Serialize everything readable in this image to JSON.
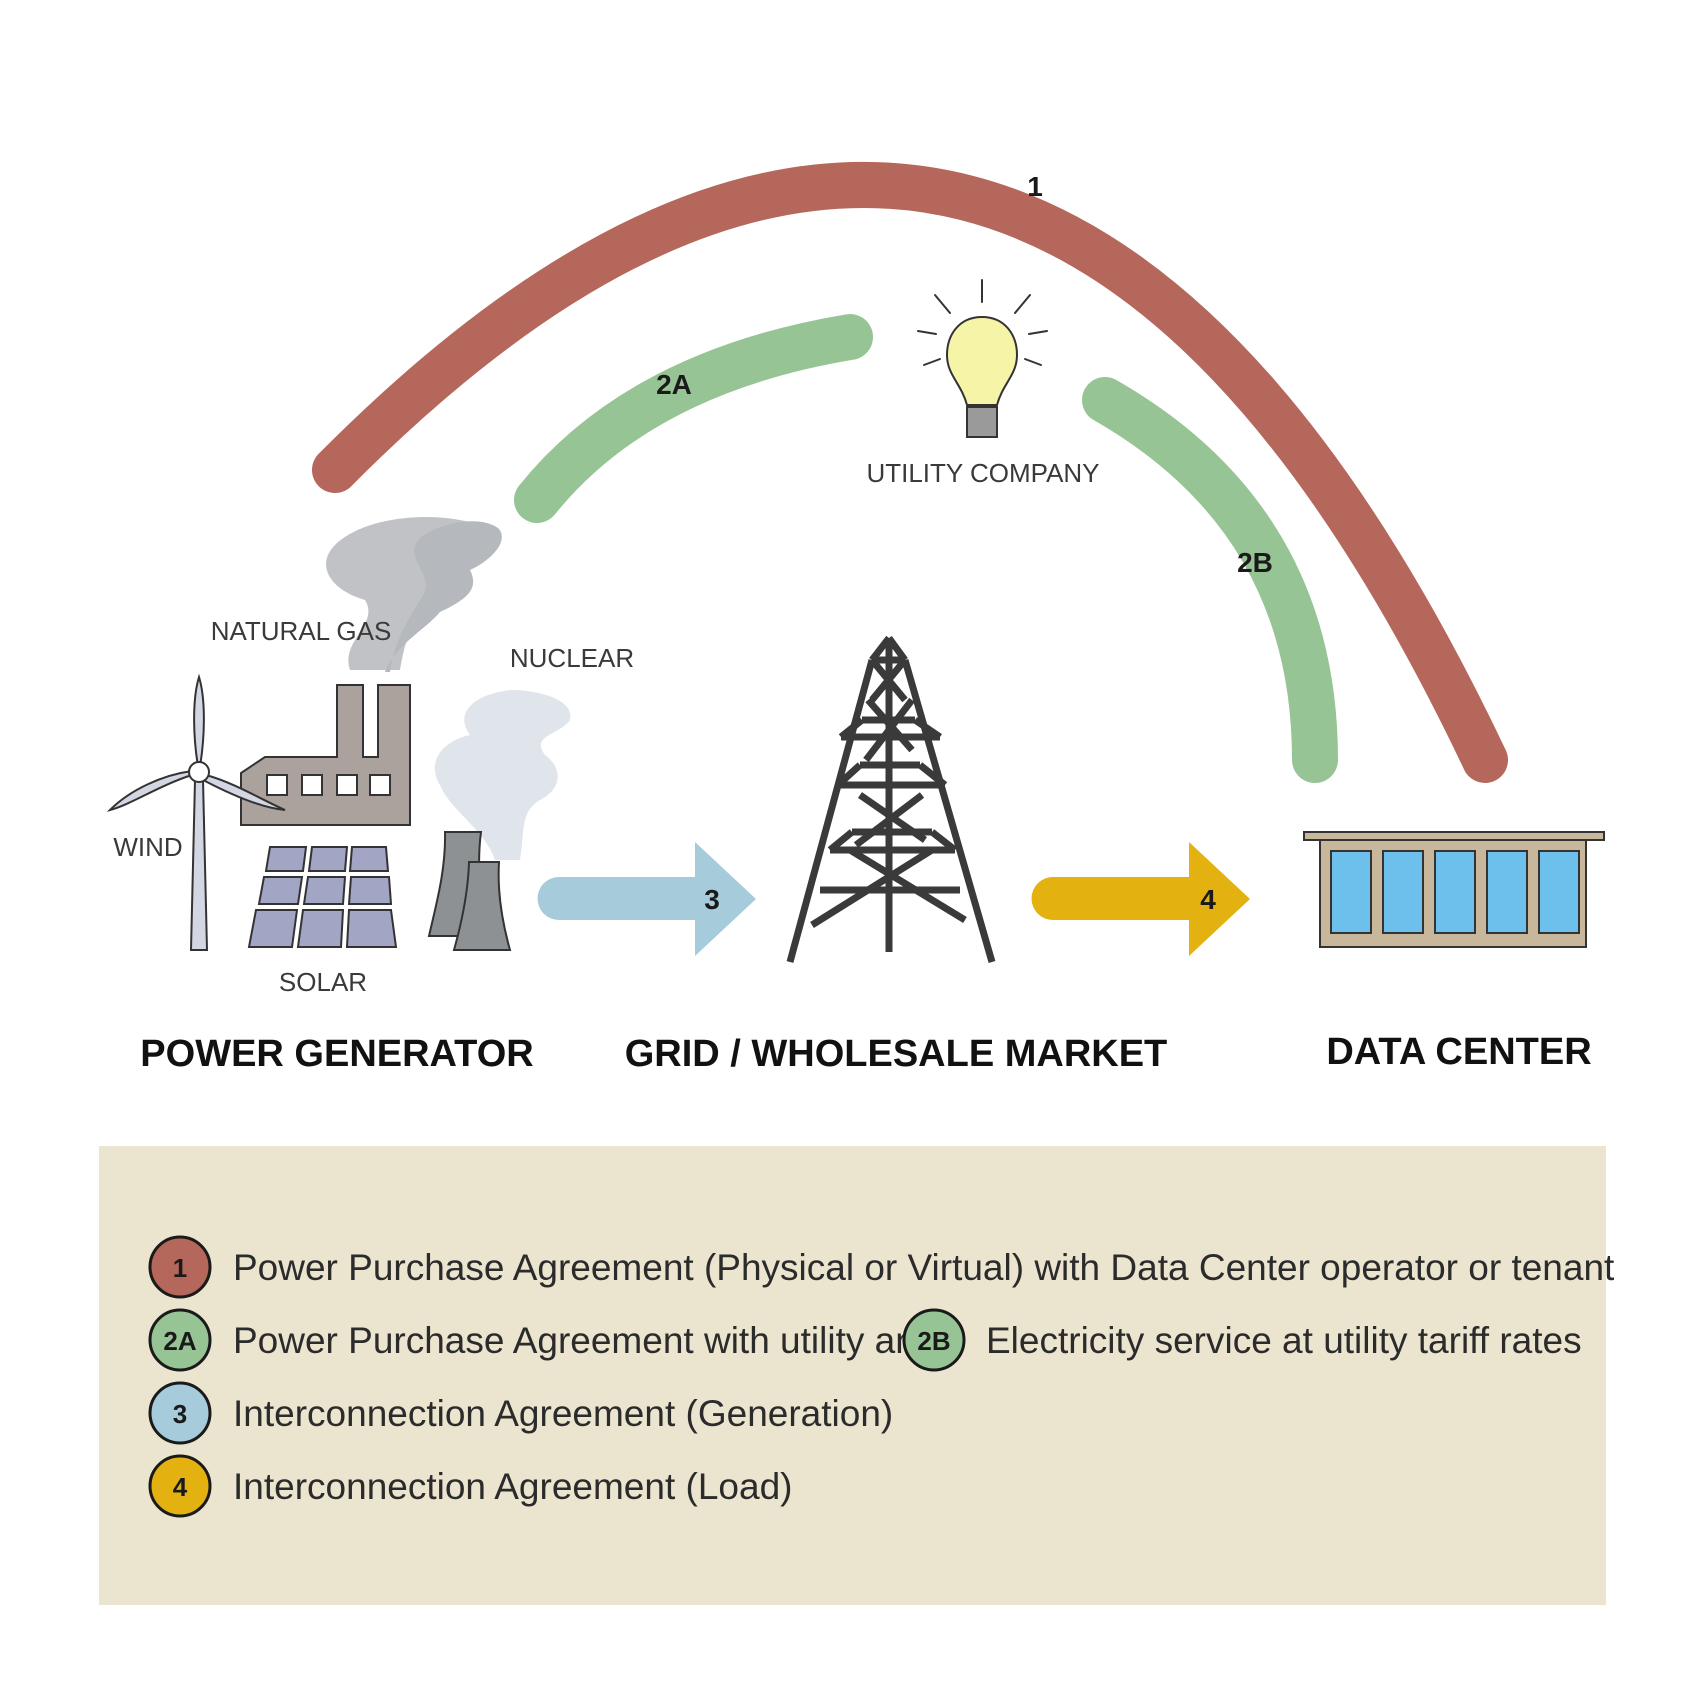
{
  "colors": {
    "ppa_data_center": "#b5675c",
    "ppa_utility": "#97c495",
    "interconnection_generation": "#a6cbdb",
    "interconnection_load": "#e3b210",
    "legend_background": "#ebe4cf"
  },
  "diagram": {
    "arc_labels": {
      "one": "1",
      "two_a": "2A",
      "two_b": "2B"
    },
    "arrow_labels": {
      "three": "3",
      "four": "4"
    },
    "sources": {
      "natural_gas": "NATURAL GAS",
      "nuclear": "NUCLEAR",
      "wind": "WIND",
      "solar": "SOLAR"
    },
    "utility_label": "UTILITY COMPANY",
    "sections": {
      "generator": "POWER GENERATOR",
      "grid": "GRID / WHOLESALE MARKET",
      "data_center": "DATA CENTER"
    },
    "icons": [
      "factory-icon",
      "wind-turbine-icon",
      "solar-panel-icon",
      "cooling-tower-icon",
      "light-bulb-icon",
      "transmission-tower-icon",
      "data-center-building-icon"
    ]
  },
  "legend": {
    "items": [
      {
        "badge": "1",
        "text": "Power Purchase Agreement (Physical or Virtual) with Data Center operator or tenant"
      },
      {
        "badge": "2A",
        "text": "Power Purchase Agreement with utility and"
      },
      {
        "badge": "2B",
        "text": "Electricity service at utility tariff rates"
      },
      {
        "badge": "3",
        "text": "Interconnection Agreement (Generation)"
      },
      {
        "badge": "4",
        "text": "Interconnection Agreement (Load)"
      }
    ]
  }
}
